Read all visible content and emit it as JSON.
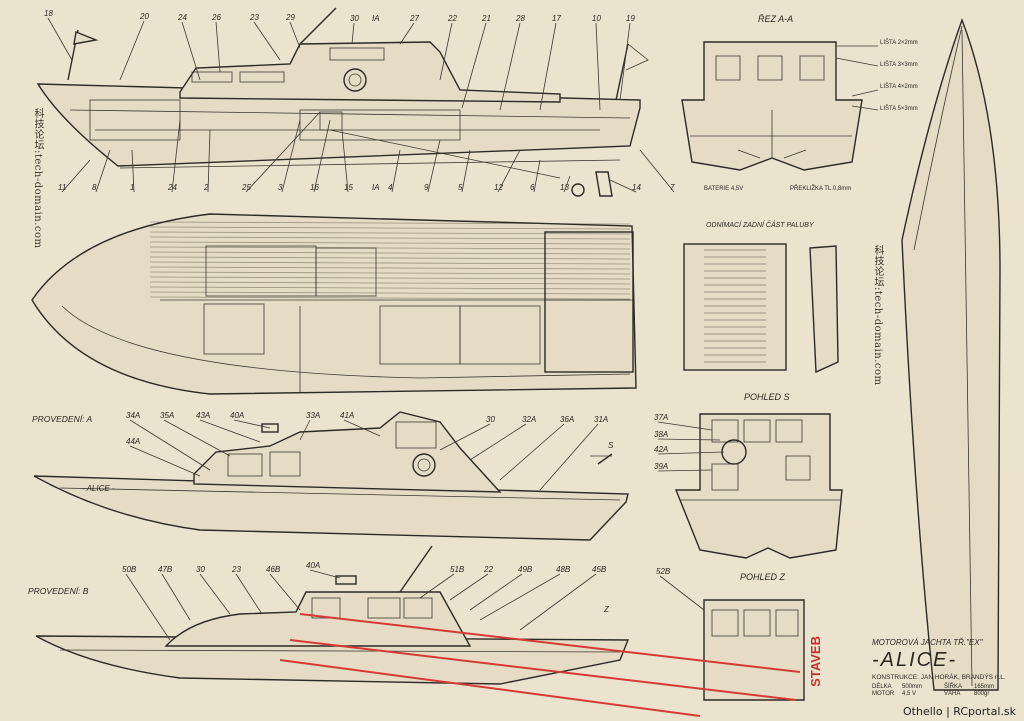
{
  "title_block": {
    "subtitle": "MOTOROVÁ JACHTA TŘ.\"EX\"",
    "name": "-ALICE-",
    "designer": "KONSTRUKCE: JAN HORÁK, BRANDÝS n.L.",
    "specs": [
      {
        "label": "DÉLKA",
        "value": "500mm"
      },
      {
        "label": "ŠÍŘKA",
        "value": "165mm"
      },
      {
        "label": "MOTOR",
        "value": "4,5 V"
      },
      {
        "label": "VÁHA",
        "value": "800gr"
      }
    ]
  },
  "views": {
    "section_aa": "ŘEZ A-A",
    "removable_deck": "ODNÍMACÍ ZADNÍ ČÁST PALUBY",
    "view_s": "POHLED S",
    "view_z": "POHLED Z",
    "version_a": "PROVEDENÍ: A",
    "version_b": "PROVEDENÍ: B",
    "hull_name": "- ALICE -"
  },
  "section_notes": {
    "strips": [
      "LIŠTA 2×2mm",
      "LIŠTA 3×3mm",
      "LIŠTA 4×2mm",
      "LIŠTA 5×3mm"
    ],
    "battery": "BATERIE 4,5V",
    "plywood": "PŘEKLIŽKA TL.0,8mm"
  },
  "side_labels": {
    "top": [
      "18",
      "20",
      "24",
      "26",
      "23",
      "29",
      "30",
      "IA",
      "27",
      "22",
      "21",
      "28",
      "17",
      "10",
      "19"
    ],
    "bottom": [
      "11",
      "8",
      "1",
      "24",
      "2",
      "25",
      "3",
      "16",
      "15",
      "IA",
      "4",
      "9",
      "5",
      "12",
      "6",
      "13",
      "14",
      "7"
    ]
  },
  "version_a_labels": [
    "34A",
    "35A",
    "43A",
    "40A",
    "33A",
    "41A",
    "30",
    "32A",
    "36A",
    "31A",
    "44A",
    "S"
  ],
  "version_b_labels": [
    "50B",
    "47B",
    "30",
    "23",
    "46B",
    "40A",
    "51B",
    "22",
    "49B",
    "48B",
    "45B",
    "Z"
  ],
  "view_s_labels": [
    "37A",
    "38A",
    "42A",
    "39A"
  ],
  "view_z_labels": [
    "52B"
  ],
  "watermark": "科技论坛:tech-domain.com",
  "stamp": "STAVEB",
  "credit": "Othello | RCportal.sk"
}
